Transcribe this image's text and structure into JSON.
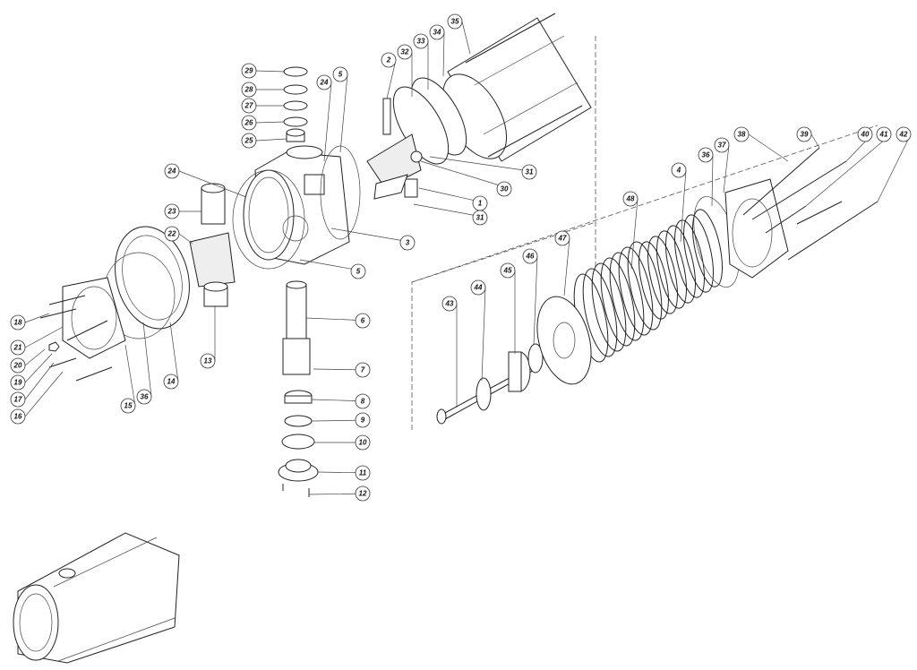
{
  "title": "Exploded view – pneumatic actuator parts",
  "balloons": [
    {
      "label": "35"
    },
    {
      "label": "34"
    },
    {
      "label": "33"
    },
    {
      "label": "32"
    },
    {
      "label": "2"
    },
    {
      "label": "29"
    },
    {
      "label": "28"
    },
    {
      "label": "27"
    },
    {
      "label": "26"
    },
    {
      "label": "25"
    },
    {
      "label": "5"
    },
    {
      "label": "24"
    },
    {
      "label": "24"
    },
    {
      "label": "23"
    },
    {
      "label": "22"
    },
    {
      "label": "13"
    },
    {
      "label": "3"
    },
    {
      "label": "5"
    },
    {
      "label": "1"
    },
    {
      "label": "30"
    },
    {
      "label": "31"
    },
    {
      "label": "31"
    },
    {
      "label": "38"
    },
    {
      "label": "39"
    },
    {
      "label": "40"
    },
    {
      "label": "41"
    },
    {
      "label": "42"
    },
    {
      "label": "36"
    },
    {
      "label": "37"
    },
    {
      "label": "4"
    },
    {
      "label": "48"
    },
    {
      "label": "47"
    },
    {
      "label": "46"
    },
    {
      "label": "45"
    },
    {
      "label": "44"
    },
    {
      "label": "43"
    },
    {
      "label": "6"
    },
    {
      "label": "7"
    },
    {
      "label": "8"
    },
    {
      "label": "9"
    },
    {
      "label": "10"
    },
    {
      "label": "11"
    },
    {
      "label": "12"
    },
    {
      "label": "18"
    },
    {
      "label": "21"
    },
    {
      "label": "20"
    },
    {
      "label": "19"
    },
    {
      "label": "17"
    },
    {
      "label": "16"
    },
    {
      "label": "15"
    },
    {
      "label": "36"
    },
    {
      "label": "14"
    }
  ]
}
